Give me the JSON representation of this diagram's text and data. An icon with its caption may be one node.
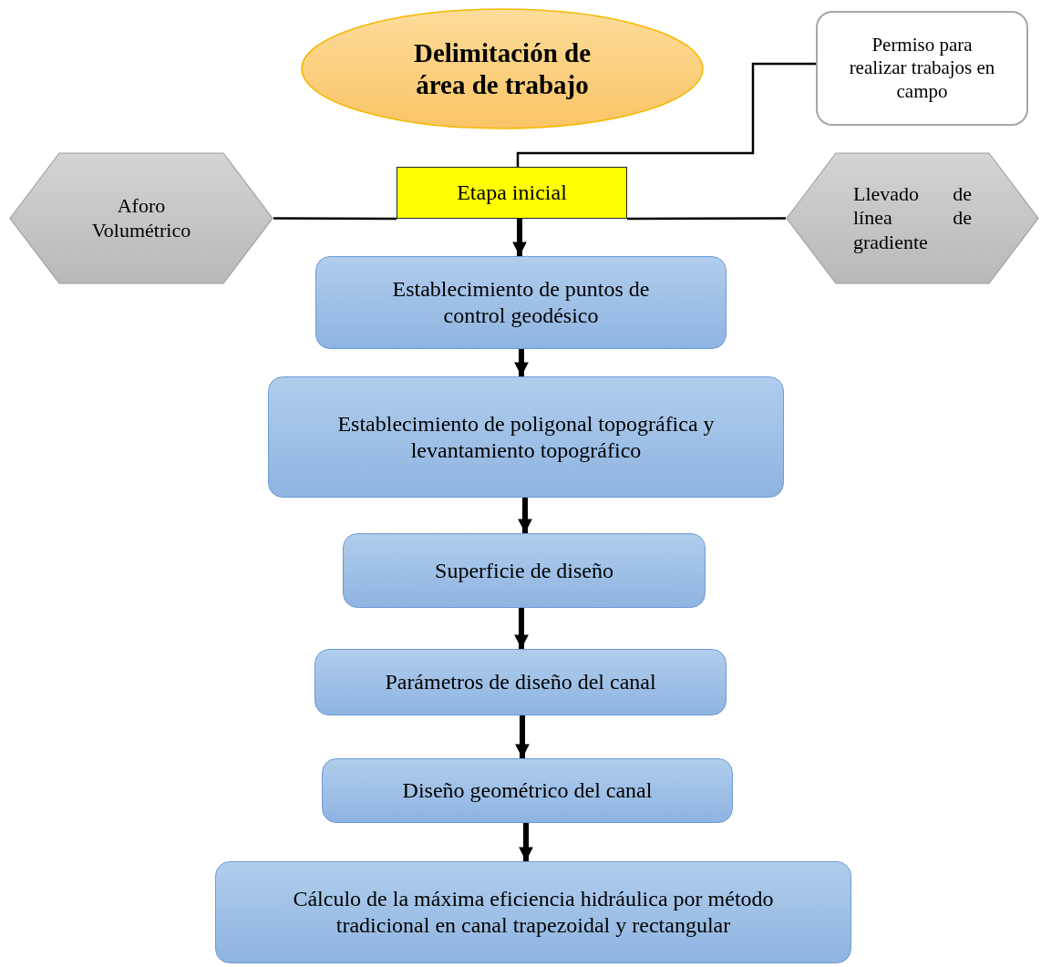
{
  "diagram": {
    "nodes": [
      {
        "text": [
          "Delimitación de área de trabajo"
        ]
      },
      {
        "text": [
          "Permiso para realizar trabajos en campo"
        ]
      },
      {
        "text": [
          "Aforo Volumétrico"
        ]
      },
      {
        "text": [
          "Etapa inicial"
        ]
      },
      {
        "text": [
          "Llevado de línea de gradiente"
        ]
      },
      {
        "text": [
          "Establecimiento de puntos de control geodésico"
        ]
      },
      {
        "text": [
          "Establecimiento de poligonal topográfica y levantamiento topográfico"
        ]
      },
      {
        "text": [
          "Superficie de diseño"
        ]
      },
      {
        "text": [
          "Parámetros de diseño del canal"
        ]
      },
      {
        "text": [
          "Diseño geométrico del canal"
        ]
      },
      {
        "text": [
          "Cálculo de la máxima eficiencia hidráulica por método tradicional en canal trapezoidal y rectangular"
        ]
      }
    ],
    "edges": [
      {
        "from": 1,
        "to": 3,
        "arrow": "none"
      },
      {
        "from": 2,
        "to": 3,
        "arrow": "none"
      },
      {
        "from": 3,
        "to": 4,
        "arrow": "none"
      },
      {
        "from": 3,
        "to": 5,
        "arrow": "to"
      },
      {
        "from": 5,
        "to": 6,
        "arrow": "to"
      },
      {
        "from": 6,
        "to": 7,
        "arrow": "to"
      },
      {
        "from": 7,
        "to": 8,
        "arrow": "to"
      },
      {
        "from": 8,
        "to": 9,
        "arrow": "to"
      },
      {
        "from": 9,
        "to": 10,
        "arrow": "to"
      }
    ]
  }
}
